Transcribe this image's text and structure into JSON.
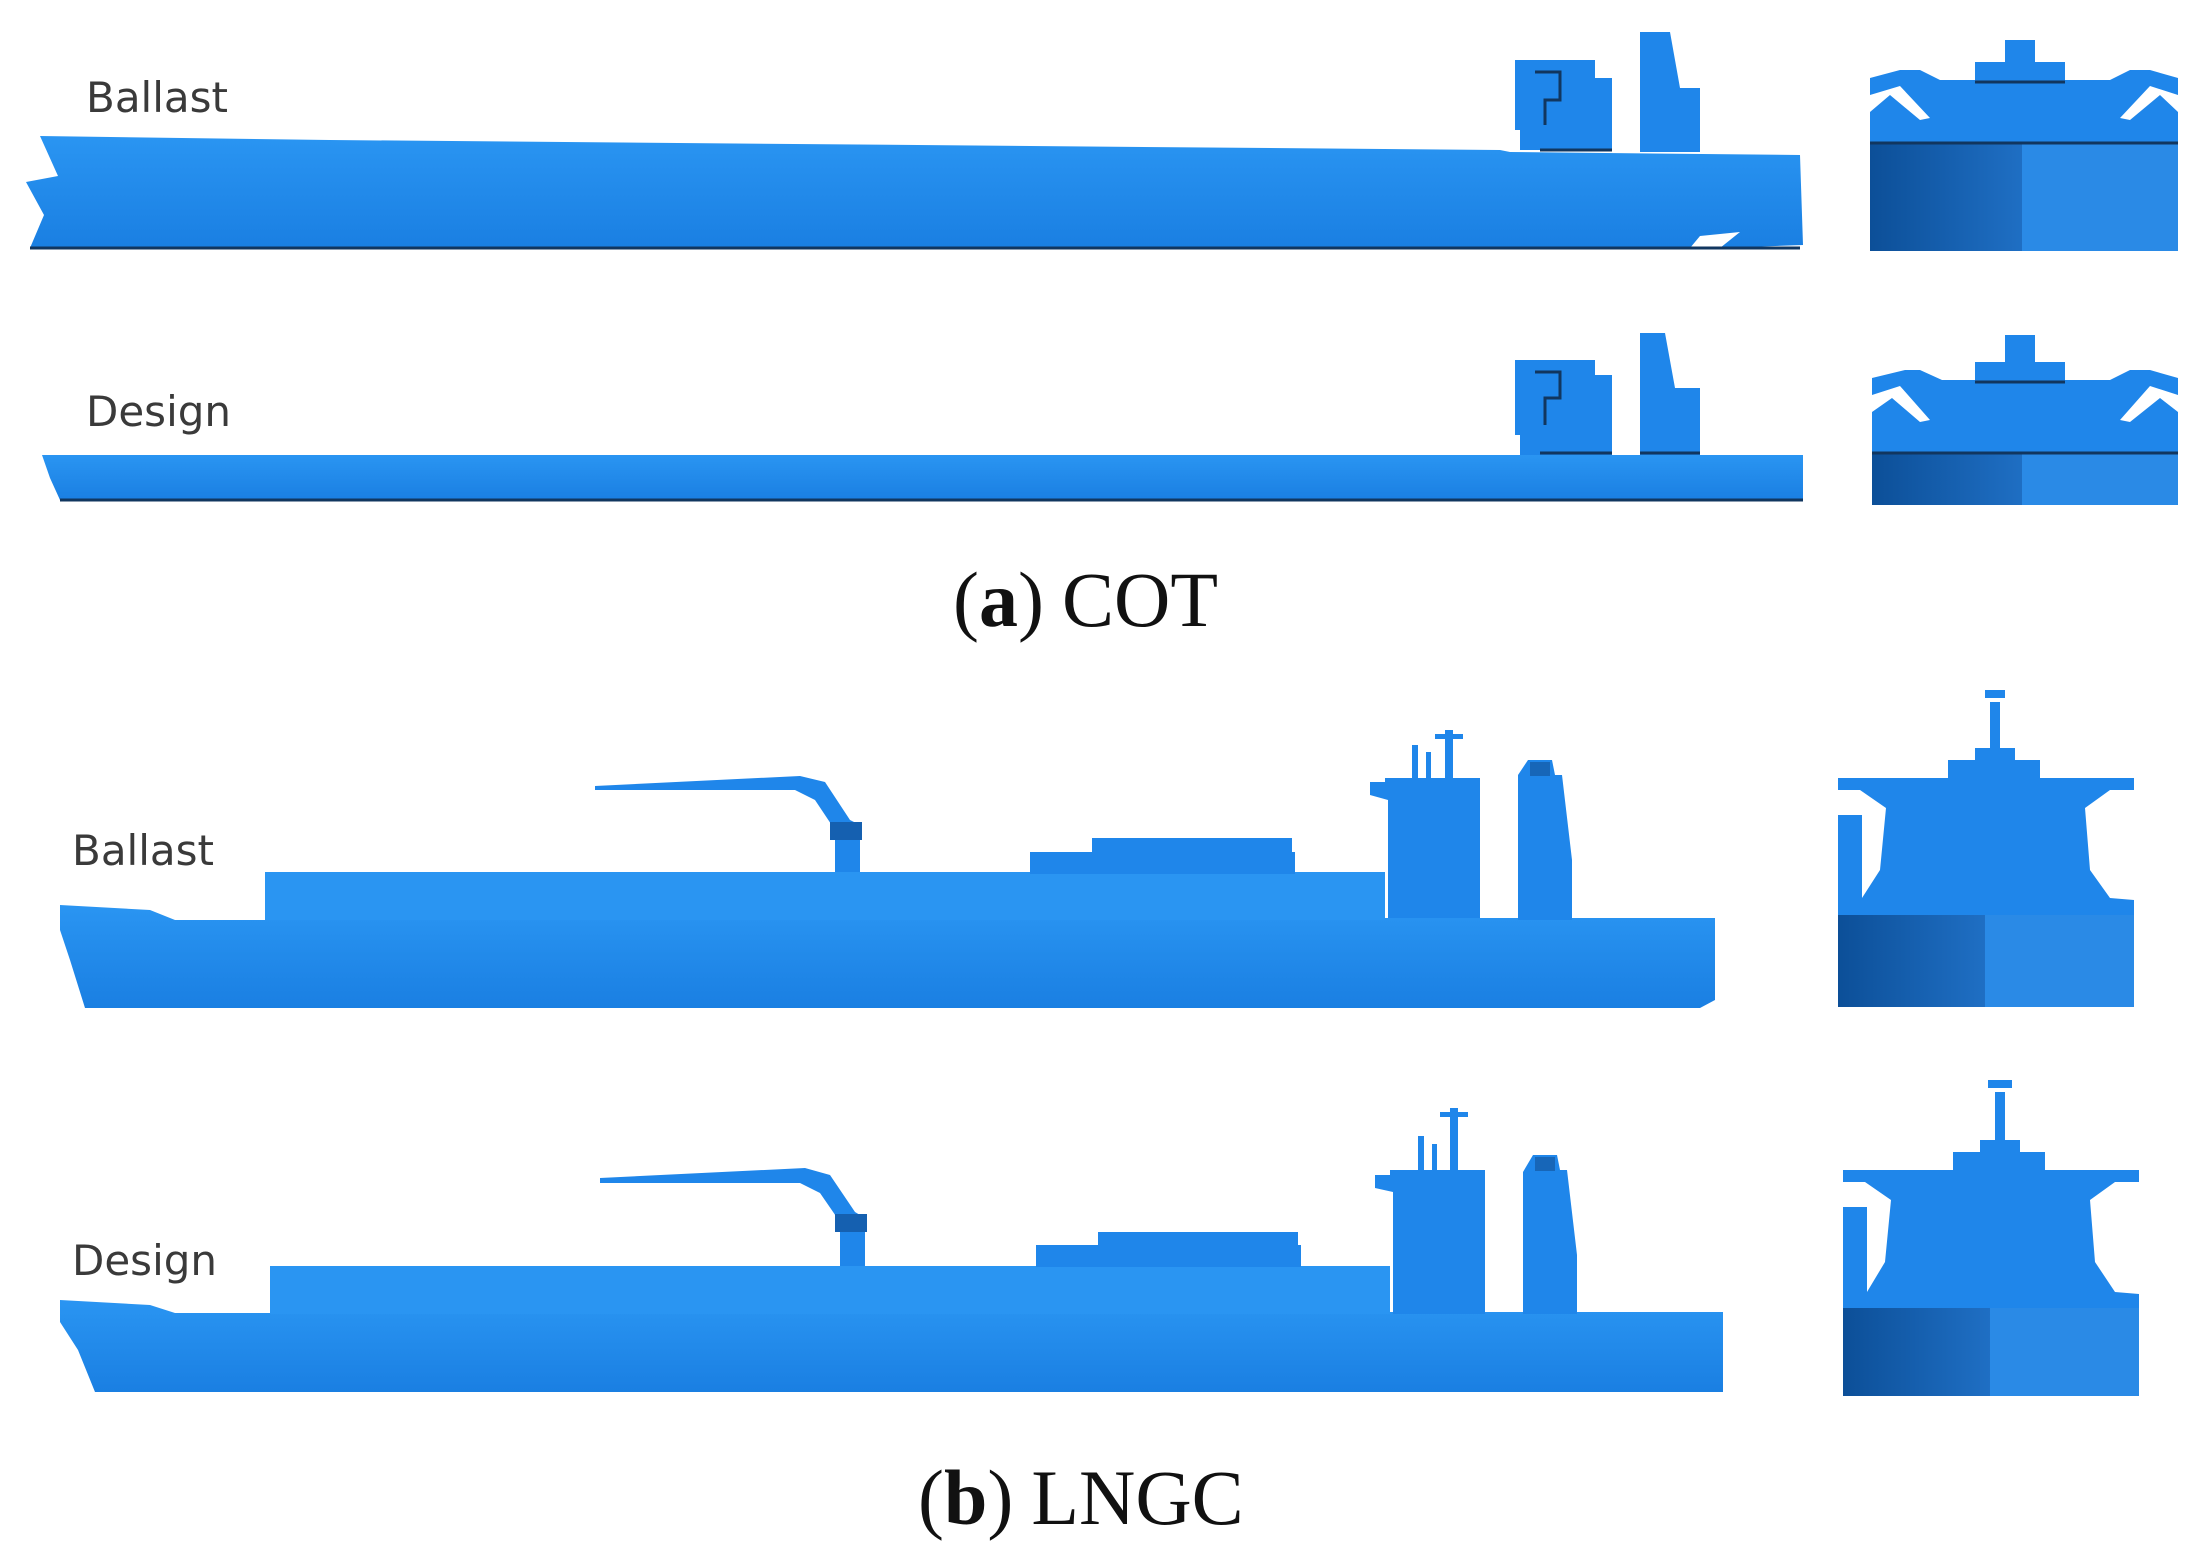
{
  "colors": {
    "hull": "#1f86ea",
    "hull_light": "#2a95f2",
    "hull_dark": "#0c4f98",
    "outline": "#11365f",
    "text": "#3a3a3a",
    "caption": "#111111"
  },
  "panels": {
    "cot": {
      "caption_letter": "a",
      "caption_name": "COT",
      "ballast_label": "Ballast",
      "design_label": "Design"
    },
    "lngc": {
      "caption_letter": "b",
      "caption_name": "LNGC",
      "ballast_label": "Ballast",
      "design_label": "Design"
    }
  },
  "caption_parens": {
    "open": "(",
    "close": ")"
  }
}
